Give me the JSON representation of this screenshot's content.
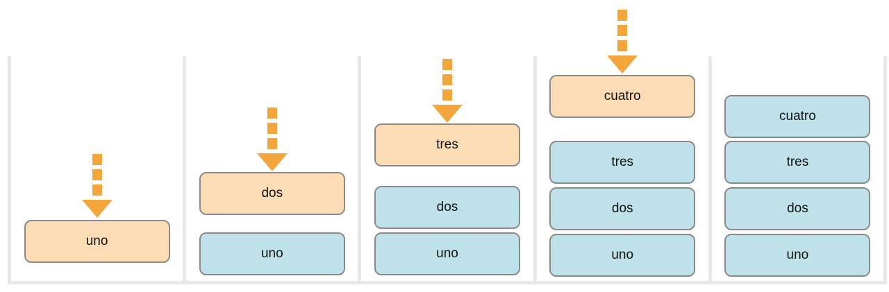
{
  "diagram": {
    "colors": {
      "new_item_fill": "#fbdcb5",
      "existing_item_fill": "#bfe1ea",
      "item_border": "#8a8a8a",
      "arrow": "#f3a63c",
      "frame": "#e8e8e8",
      "text": "#111111"
    },
    "panels": [
      {
        "arrow": true,
        "items": [
          {
            "label": "uno",
            "state": "new"
          }
        ]
      },
      {
        "arrow": true,
        "items": [
          {
            "label": "dos",
            "state": "new"
          },
          {
            "label": "uno",
            "state": "existing"
          }
        ]
      },
      {
        "arrow": true,
        "items": [
          {
            "label": "tres",
            "state": "new"
          },
          {
            "label": "dos",
            "state": "existing"
          },
          {
            "label": "uno",
            "state": "existing"
          }
        ]
      },
      {
        "arrow": true,
        "items": [
          {
            "label": "cuatro",
            "state": "new"
          },
          {
            "label": "tres",
            "state": "existing"
          },
          {
            "label": "dos",
            "state": "existing"
          },
          {
            "label": "uno",
            "state": "existing"
          }
        ]
      },
      {
        "arrow": false,
        "items": [
          {
            "label": "cuatro",
            "state": "existing"
          },
          {
            "label": "tres",
            "state": "existing"
          },
          {
            "label": "dos",
            "state": "existing"
          },
          {
            "label": "uno",
            "state": "existing"
          }
        ]
      }
    ]
  }
}
